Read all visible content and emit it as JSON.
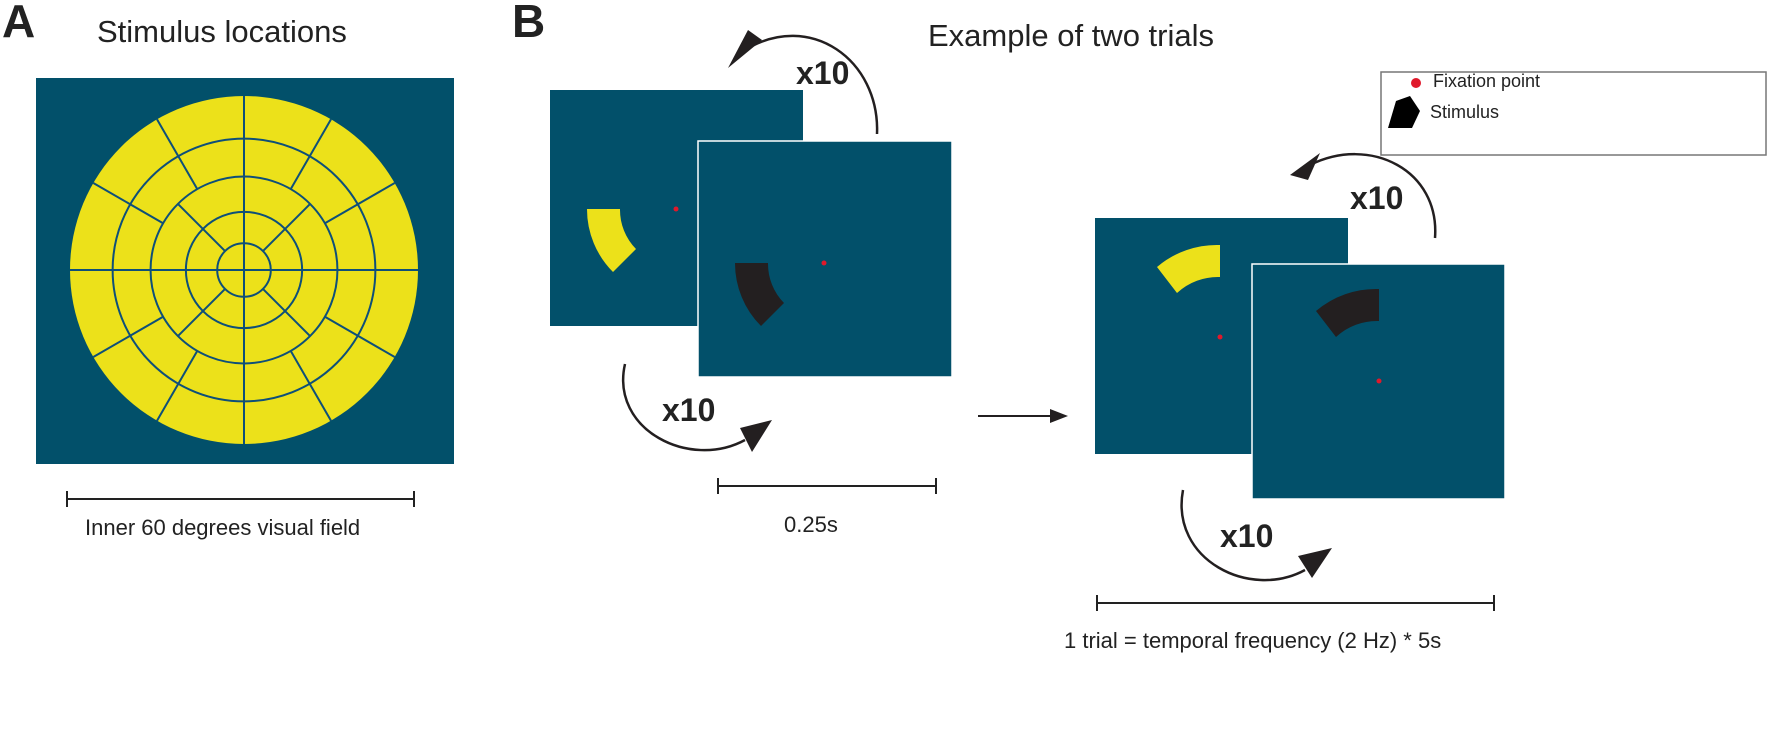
{
  "panel_a": {
    "letter": "A",
    "title": "Stimulus locations",
    "scale_label": "Inner 60 degrees visual field"
  },
  "panel_b": {
    "letter": "B",
    "title": "Example of two trials",
    "repeat_label": "x10",
    "time_label": "0.25s",
    "trial_label": "1 trial = temporal frequency (2 Hz) * 5s"
  },
  "legend": {
    "fixation": "Fixation point",
    "stimulus": "Stimulus"
  },
  "colors": {
    "background": "#02506a",
    "stimulus_on": "#ece11a",
    "stimulus_off": "#231f20",
    "fixation": "#e0192b"
  }
}
